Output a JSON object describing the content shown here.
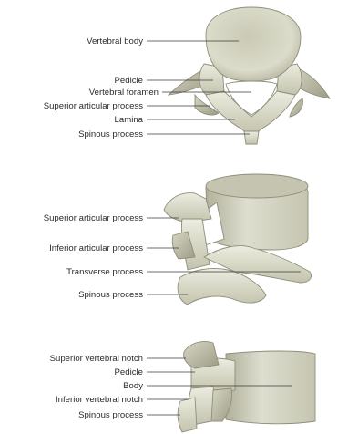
{
  "views": [
    {
      "id": "superior",
      "labels": [
        "Vertebral body",
        "Pedicle",
        "Vertebral foramen",
        "Superior articular process",
        "Lamina",
        "Spinous process"
      ]
    },
    {
      "id": "posterolateral",
      "labels": [
        "Superior articular process",
        "Inferior articular process",
        "Transverse process",
        "Spinous process"
      ]
    },
    {
      "id": "lateral",
      "labels": [
        "Superior vertebral notch",
        "Pedicle",
        "Body",
        "Inferior vertebral notch",
        "Spinous process"
      ]
    }
  ],
  "colors": {
    "bone_light": "#e4e4d3",
    "bone_mid": "#cfcfbb",
    "bone_dark": "#a9a993",
    "shadow": "#7d7d6a"
  }
}
